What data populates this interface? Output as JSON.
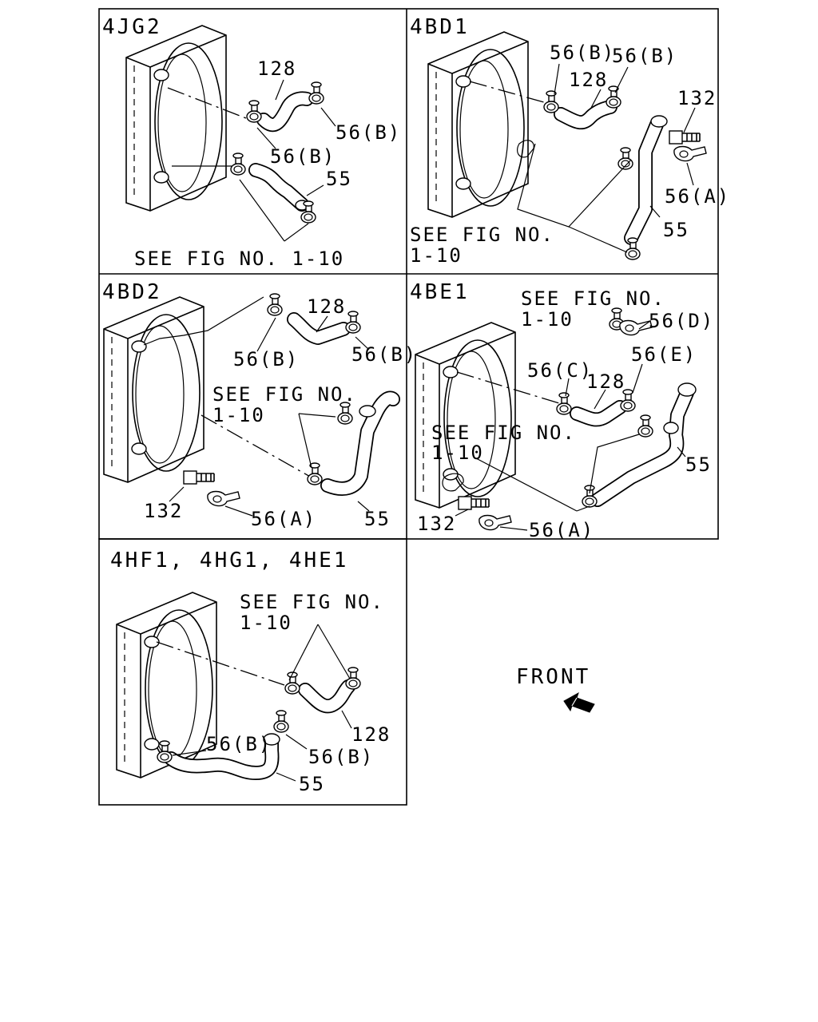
{
  "panels": [
    {
      "id": "p1",
      "title": "4JG2",
      "callouts": [
        "128",
        "56(B)",
        "56(B)",
        "55"
      ],
      "note": "SEE FIG NO. 1-10"
    },
    {
      "id": "p2",
      "title": "4BD1",
      "callouts": [
        "56(B)",
        "56(B)",
        "128",
        "132",
        "56(A)",
        "55"
      ],
      "note_line1": "SEE FIG NO.",
      "note_line2": "1-10"
    },
    {
      "id": "p3",
      "title": "4BD2",
      "callouts": [
        "128",
        "56(B)",
        "56(B)",
        "132",
        "56(A)",
        "55"
      ],
      "note_line1": "SEE FIG NO.",
      "note_line2": "1-10"
    },
    {
      "id": "p4",
      "title": "4BE1",
      "callouts": [
        "56(D)",
        "56(C)",
        "128",
        "56(E)",
        "55",
        "132",
        "56(A)"
      ],
      "note_top_line1": "SEE FIG NO.",
      "note_top_line2": "1-10",
      "note_mid_line1": "SEE FIG NO.",
      "note_mid_line2": "1-10"
    },
    {
      "id": "p5",
      "title": "4HF1, 4HG1, 4HE1",
      "callouts": [
        "128",
        "56(B)",
        "56(B)",
        "55"
      ],
      "note_line1": "SEE FIG NO.",
      "note_line2": "1-10"
    }
  ],
  "front_label": "FRONT"
}
